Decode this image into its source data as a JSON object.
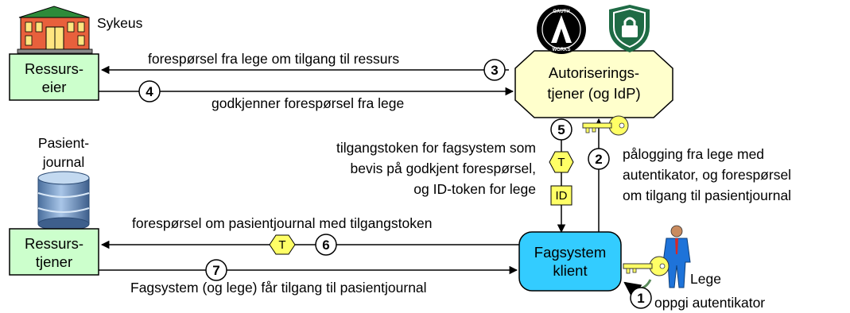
{
  "actors": {
    "hospital": "Sykeus",
    "resource_owner": [
      "Ressurs-",
      "eier"
    ],
    "authorization_server": [
      "Autoriserings-",
      "tjener (og IdP)"
    ],
    "record": [
      "Pasient-",
      "journal"
    ],
    "resource_server": [
      "Ressurs-",
      "tjener"
    ],
    "client": [
      "Fagsystem",
      "klient"
    ],
    "doctor": "Lege"
  },
  "steps": [
    {
      "number": "1",
      "text": [
        "oppgi autentikator"
      ]
    },
    {
      "number": "2",
      "text": [
        "pålogging fra lege med",
        "autentikator, og forespørsel",
        "om tilgang til pasientjournal"
      ]
    },
    {
      "number": "3",
      "text": [
        "forespørsel fra lege om tilgang til ressurs"
      ]
    },
    {
      "number": "4",
      "text": [
        "godkjenner forespørsel fra lege"
      ]
    },
    {
      "number": "5",
      "text": [
        "tilgangstoken for fagsystem som",
        "bevis på godkjent forespørsel,",
        "og ID-token for lege"
      ]
    },
    {
      "number": "6",
      "text": [
        "forespørsel om pasientjournal med tilgangstoken"
      ]
    },
    {
      "number": "7",
      "text": [
        "Fagsystem (og lege) får tilgang til pasientjournal"
      ]
    }
  ],
  "tokens": {
    "access": "T",
    "id": "ID"
  },
  "logos": {
    "oauth_top": "OAUTH",
    "oauth_bottom": "WORKS"
  },
  "colors": {
    "box_green": "#ccffcc",
    "box_yellow": "#ffffcc",
    "box_cyan": "#33ccff",
    "token_yellow": "#ffff66",
    "key_yellow": "#ffff66",
    "shield_green": "#1f6b45"
  },
  "icons": [
    "hospital-icon",
    "oauth-logo-icon",
    "shield-lock-icon",
    "database-icon",
    "key-icon",
    "doctor-icon"
  ]
}
